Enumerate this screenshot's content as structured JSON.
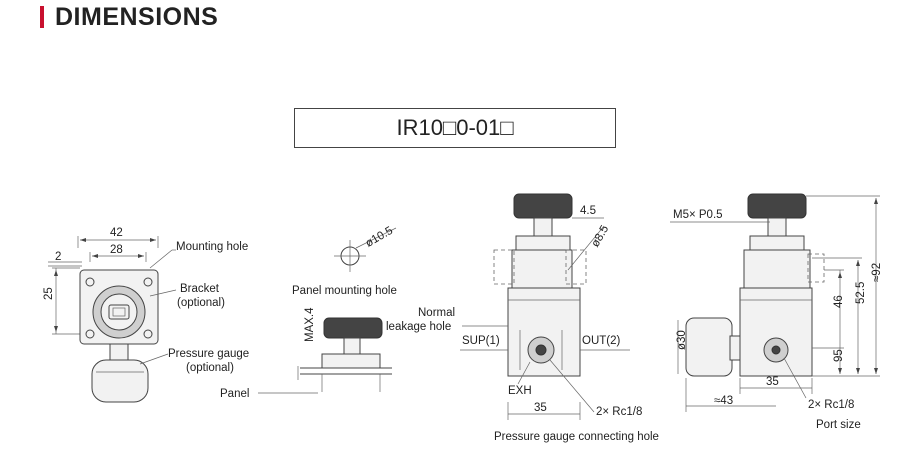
{
  "header": {
    "title": "DIMENSIONS",
    "accent_color": "#c8102e"
  },
  "model": {
    "code": "IR10□0-01□"
  },
  "front_view": {
    "dim_width_outer": "42",
    "dim_width_inner": "28",
    "dim_top": "2",
    "dim_height": "25",
    "label_mounting_hole": "Mounting hole",
    "label_bracket": "Bracket",
    "label_bracket_note": "(optional)",
    "label_pressure_gauge": "Pressure gauge",
    "label_pressure_gauge_note": "(optional)",
    "label_panel": "Panel"
  },
  "panel_view": {
    "dim_hole": "ø10.5",
    "label_panel_mounting_hole": "Panel mounting hole",
    "dim_max": "MAX.4"
  },
  "side_view": {
    "dim_top": "4.5",
    "dim_dia": "ø8.5",
    "label_normal": "Normal",
    "label_leakage": "leakage hole",
    "label_sup": "SUP(1)",
    "label_out": "OUT(2)",
    "label_exh": "EXH",
    "dim_width": "35",
    "dim_port": "2× Rc1/8",
    "label_gauge_hole": "Pressure gauge connecting hole"
  },
  "right_view": {
    "dim_thread": "M5× P0.5",
    "dim_total": "≈92",
    "dim_52": "52.5",
    "dim_46": "46",
    "dim_95": "95",
    "dim_dia30": "ø30",
    "dim_width": "35",
    "dim_43": "≈43",
    "dim_port": "2× Rc1/8",
    "label_port_size": "Port size"
  }
}
